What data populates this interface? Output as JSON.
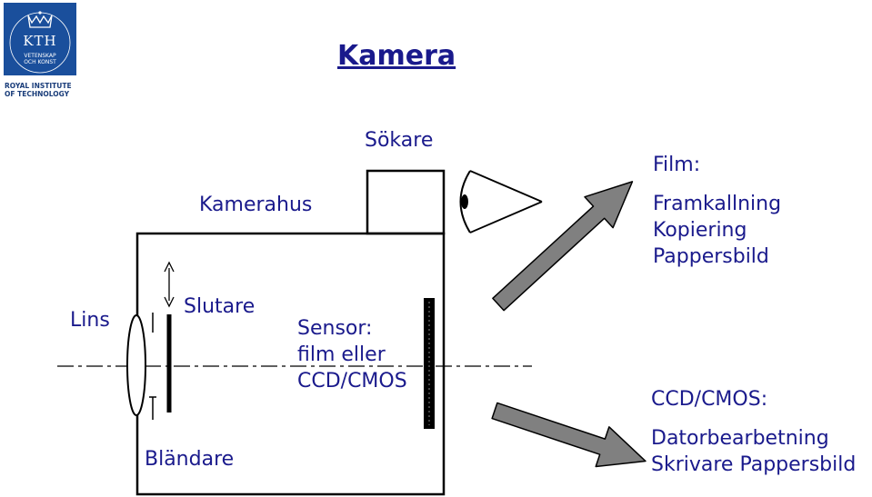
{
  "logo": {
    "mark": "KTH",
    "line1": "VETENSKAP",
    "line2": "OCH KONST",
    "caption1": "ROYAL INSTITUTE",
    "caption2": "OF TECHNOLOGY"
  },
  "title": "Kamera",
  "labels": {
    "sokare": "Sökare",
    "kamerahus": "Kamerahus",
    "lins": "Lins",
    "slutare": "Slutare",
    "sensor": [
      "Sensor:",
      "film eller",
      "CCD/CMOS"
    ],
    "blandare": "Bländare"
  },
  "film": {
    "heading": "Film:",
    "items": [
      "Framkallning",
      "Kopiering",
      "Pappersbild"
    ]
  },
  "ccd": {
    "heading": "CCD/CMOS:",
    "items": [
      "Datorbearbetning",
      "Skrivare Pappersbild"
    ]
  },
  "colors": {
    "text": "#1a1a8c",
    "logo": "#1a4f9c",
    "arrow_fill": "#808080"
  }
}
